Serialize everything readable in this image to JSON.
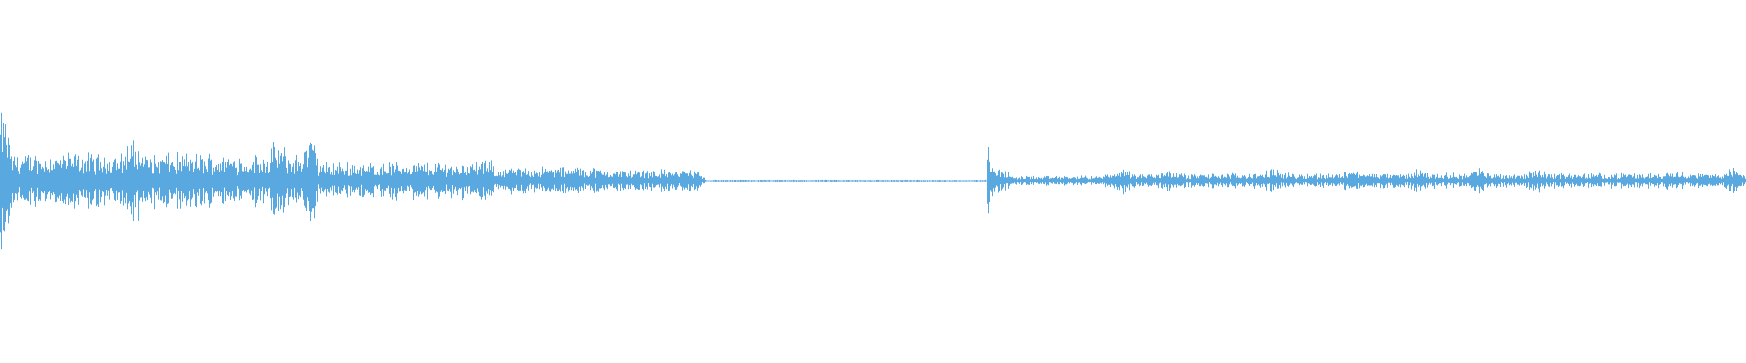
{
  "waveform": {
    "color": "#5aa8e0",
    "background": "#ffffff",
    "duration_fraction_segments": [
      {
        "start": 0.0,
        "end": 0.405,
        "level": "loud"
      },
      {
        "start": 0.405,
        "end": 0.565,
        "level": "silence"
      },
      {
        "start": 0.565,
        "end": 0.585,
        "level": "onset"
      },
      {
        "start": 0.585,
        "end": 1.0,
        "level": "moderate"
      }
    ]
  }
}
